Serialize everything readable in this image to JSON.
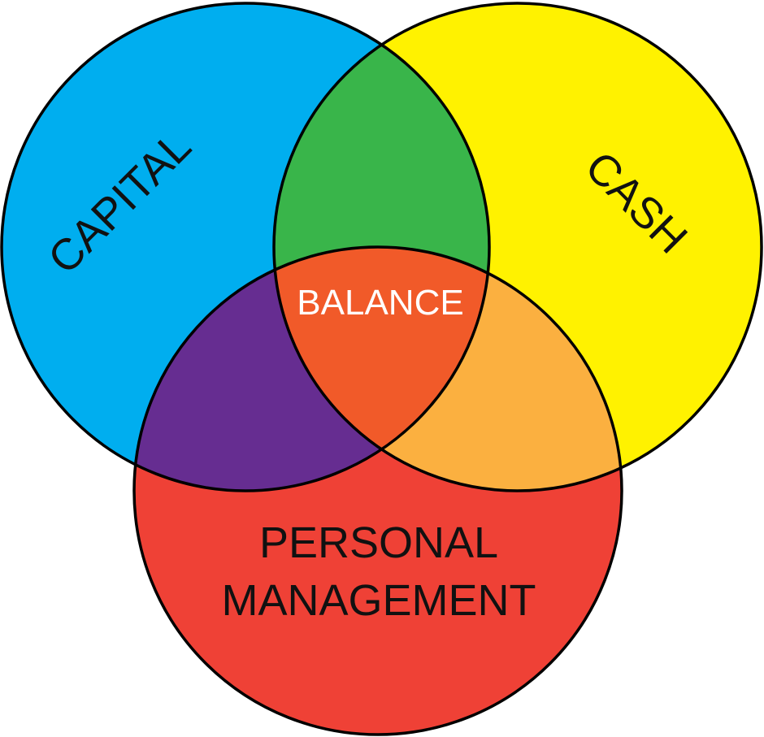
{
  "diagram": {
    "type": "venn",
    "sets": [
      {
        "id": "capital",
        "label": "CAPITAL",
        "color": "#00aeef"
      },
      {
        "id": "cash",
        "label": "CASH",
        "color": "#fff200"
      },
      {
        "id": "personal",
        "label_line1": "PERSONAL",
        "label_line2": "MANAGEMENT",
        "color": "#ef4136"
      }
    ],
    "intersections": {
      "capital_cash": {
        "color": "#39b54a"
      },
      "capital_personal": {
        "color": "#662d91"
      },
      "cash_personal": {
        "color": "#fbb040"
      },
      "all": {
        "label": "BALANCE",
        "color": "#f15a29",
        "text_color": "#ffffff"
      }
    },
    "outline_color": "#000000"
  }
}
